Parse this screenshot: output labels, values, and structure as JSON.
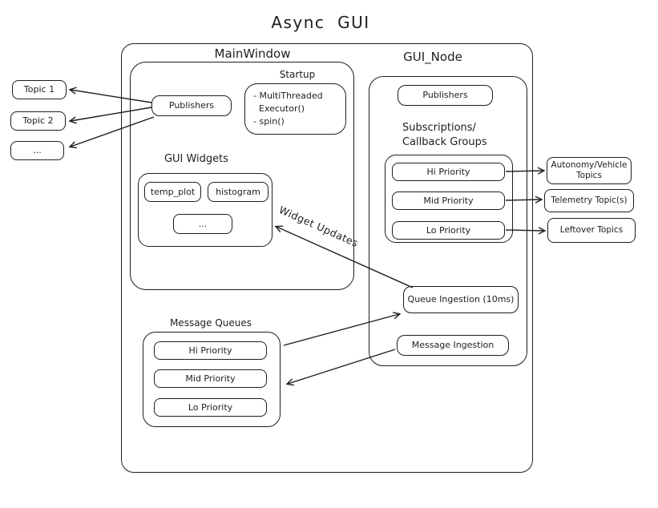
{
  "title": "Async  GUI",
  "colors": {
    "stroke": "#1e1e1e",
    "background": "#ffffff"
  },
  "left_topics": {
    "topic1": "Topic 1",
    "topic2": "Topic 2",
    "more": "..."
  },
  "main_window": {
    "label": "MainWindow",
    "publishers": "Publishers",
    "startup": {
      "label": "Startup",
      "line1": "- MultiThreaded",
      "line2": "  Executor()",
      "line3": "- spin()"
    },
    "gui_widgets": {
      "label": "GUI Widgets",
      "item1": "temp_plot",
      "item2": "histogram",
      "item3": "..."
    }
  },
  "gui_node": {
    "label": "GUI_Node",
    "publishers": "Publishers",
    "subscriptions_line1": "Subscriptions/",
    "subscriptions_line2": "Callback Groups",
    "callback_groups": {
      "hi": "Hi Priority",
      "mid": "Mid Priority",
      "lo": "Lo Priority"
    },
    "queue_ingestion": "Queue Ingestion (10ms)",
    "message_ingestion": "Message Ingestion"
  },
  "right_topics": {
    "autonomy": "Autonomy/Vehicle Topics",
    "telemetry": "Telemetry Topic(s)",
    "leftover": "Leftover Topics"
  },
  "message_queues": {
    "label": "Message Queues",
    "hi": "Hi Priority",
    "mid": "Mid Priority",
    "lo": "Lo Priority"
  },
  "annotations": {
    "widget_updates": "Widget Updates"
  }
}
